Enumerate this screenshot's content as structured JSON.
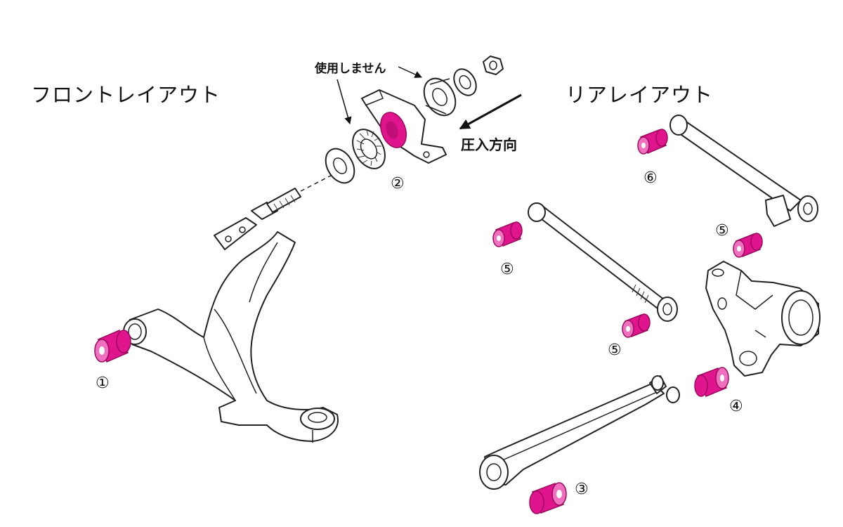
{
  "titles": {
    "front": "フロントレイアウト",
    "rear": "リアレイアウト"
  },
  "notes": {
    "not_used": "使用しません",
    "press_direction": "圧入方向"
  },
  "labels": {
    "n1": "①",
    "n2": "②",
    "n3": "③",
    "n4": "④",
    "n5a": "⑤",
    "n5b": "⑤",
    "n5c": "⑤",
    "n6": "⑥"
  },
  "colors": {
    "bushing": "#e0148c",
    "bushing_dark": "#9c0a5e",
    "bushing_light": "#f070c0",
    "line": "#222222"
  }
}
